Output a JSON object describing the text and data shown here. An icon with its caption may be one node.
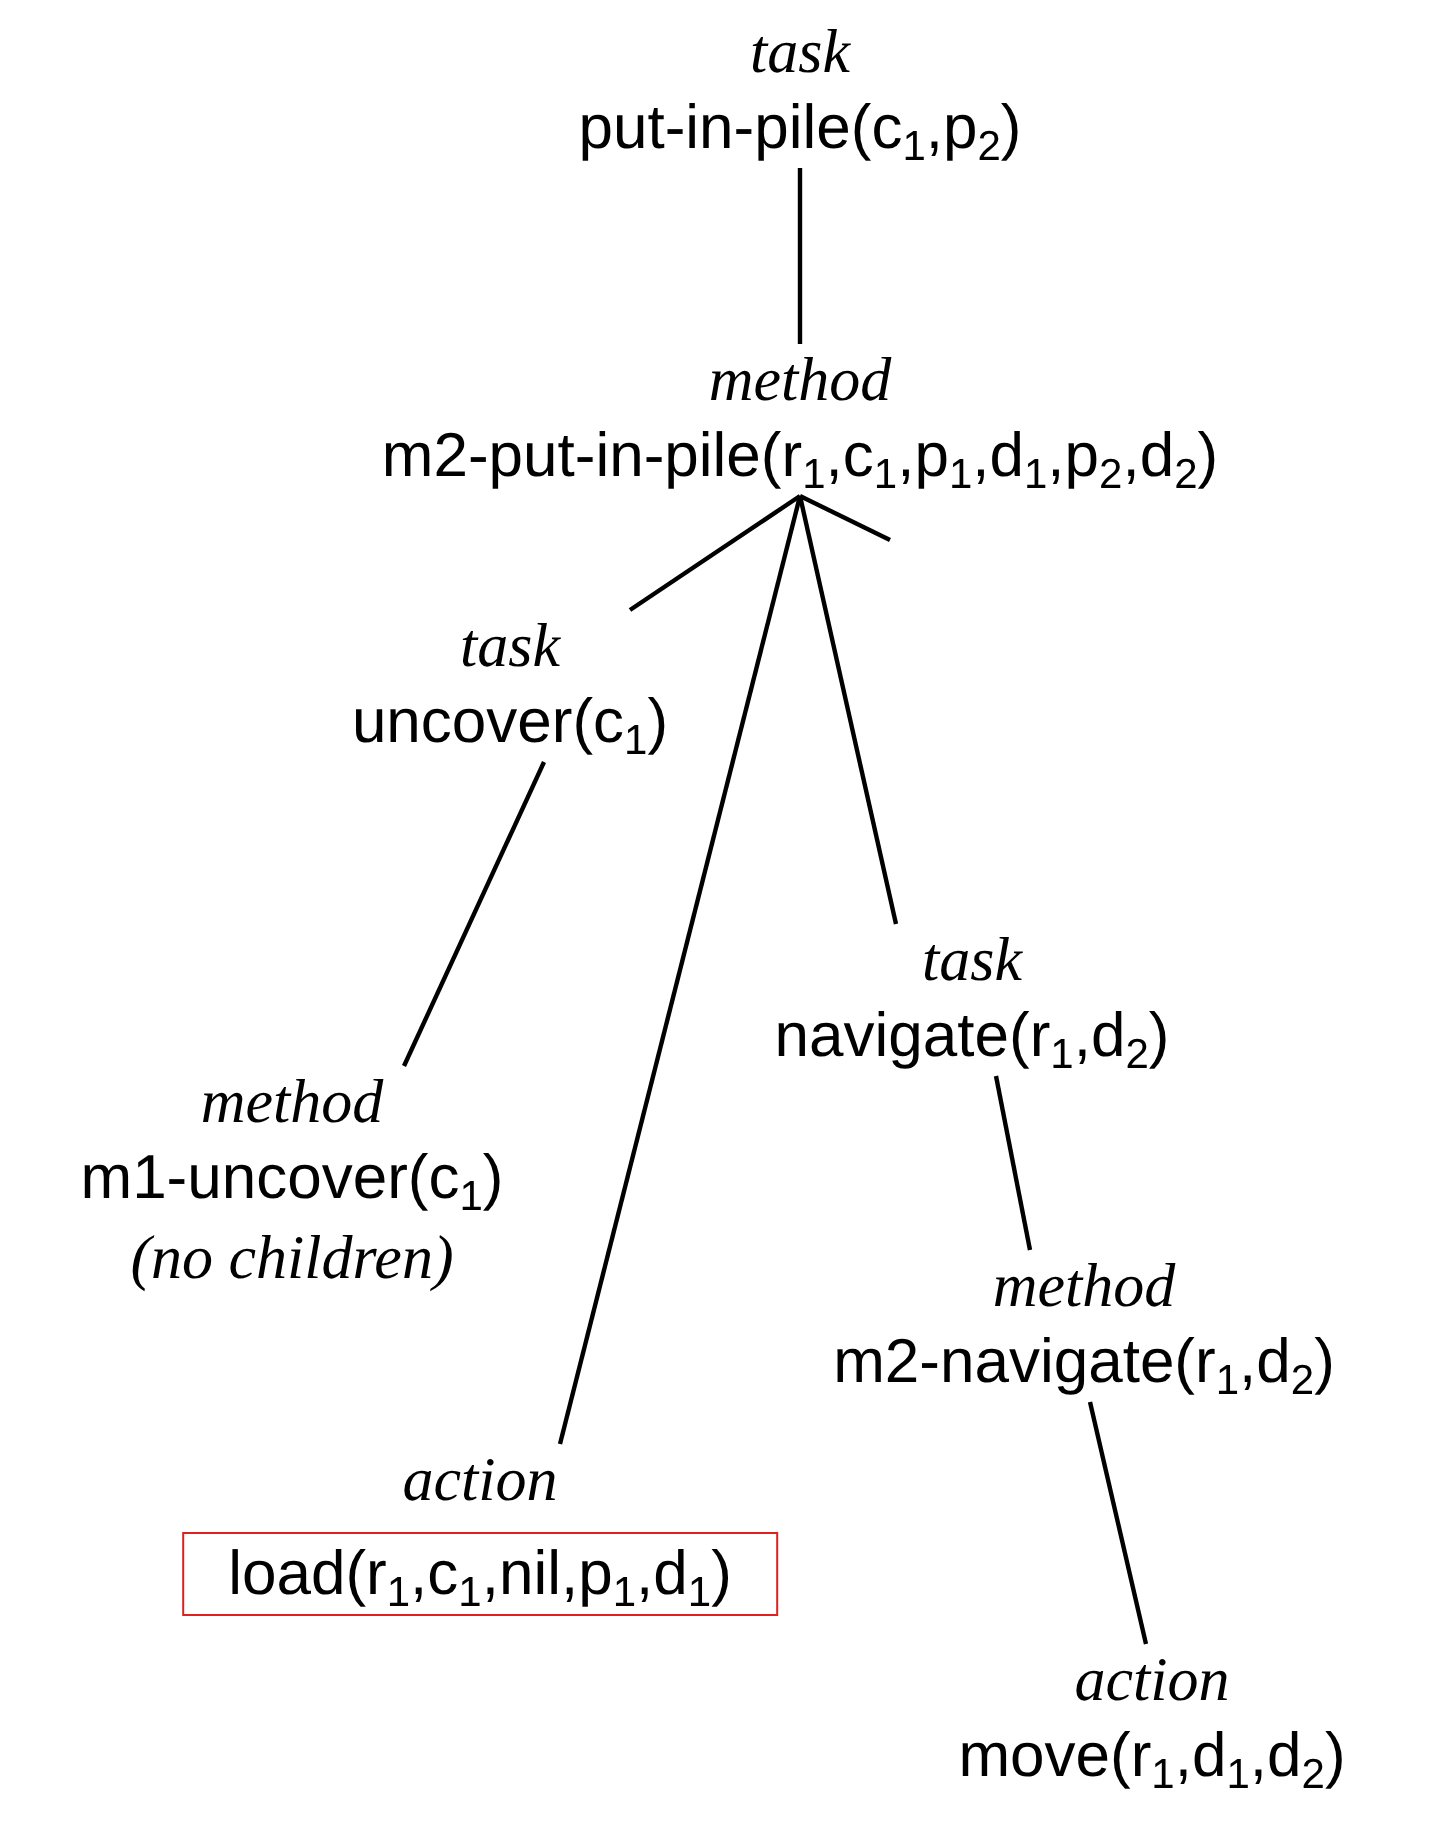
{
  "diagram": {
    "nodes": [
      {
        "text": [
          "task",
          "put-in-pile(c$_{1}$,p$_{2}$)"
        ]
      },
      {
        "text": [
          "method",
          "m2-put-in-pile(r$_{1}$,c$_{1}$,p$_{1}$,d$_{1}$,p$_{2}$,d$_{2}$)"
        ]
      },
      {
        "text": [
          "task",
          "uncover(c$_{1}$)"
        ]
      },
      {
        "text": [
          "method",
          "m1-uncover(c$_{1}$)"
        ],
        "beside": [
          "(no children)"
        ]
      },
      {
        "text": [
          "task",
          "navigate(r$_{1}$,d$_{2}$)"
        ]
      },
      {
        "text": [
          "method",
          "m2-navigate(r$_{1}$,d$_{2}$)"
        ]
      },
      {
        "text": [
          "action",
          "load(r$_{1}$,c$_{1}$,nil,p$_{1}$,d$_{1}$)"
        ]
      },
      {
        "text": [
          "action",
          "move(r$_{1}$,d$_{1}$,d$_{2}$)"
        ]
      }
    ],
    "edges": [
      {
        "from": 0,
        "to": 1,
        "arrow": "none"
      },
      {
        "from": 1,
        "to": 2,
        "arrow": "none"
      },
      {
        "from": 1,
        "to": 6,
        "arrow": "none"
      },
      {
        "from": 1,
        "to": 4,
        "arrow": "none"
      },
      {
        "from": 1,
        "to": null,
        "arrow": "none"
      },
      {
        "from": 2,
        "to": 3,
        "arrow": "none"
      },
      {
        "from": 4,
        "to": 5,
        "arrow": "none"
      },
      {
        "from": 5,
        "to": 7,
        "arrow": "none"
      }
    ]
  }
}
